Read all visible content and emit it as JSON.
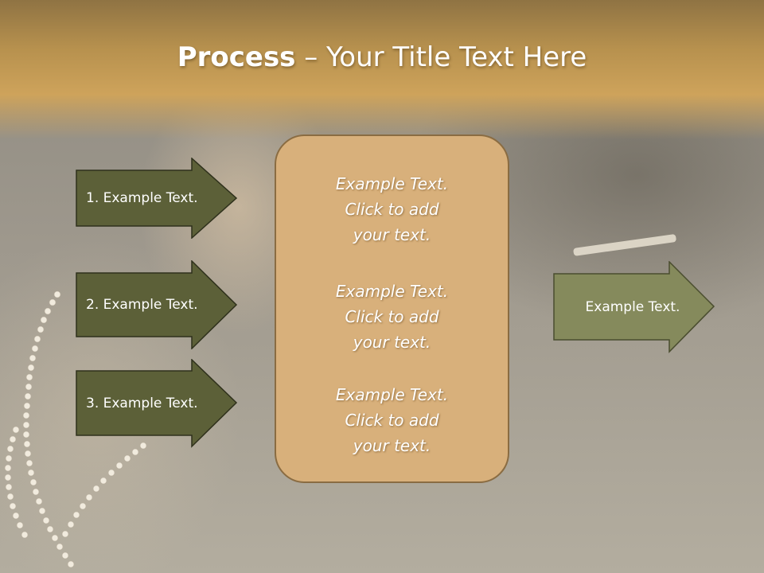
{
  "slide": {
    "title_bold": "Process",
    "title_rest": " – Your Title Text Here"
  },
  "left_arrows": [
    {
      "label": "1. Example Text."
    },
    {
      "label": "2. Example Text."
    },
    {
      "label": "3. Example Text."
    }
  ],
  "center_panel": {
    "blocks": [
      {
        "lines": [
          "Example Text.",
          "Click  to add",
          "your text."
        ]
      },
      {
        "lines": [
          "Example Text.",
          "Click  to add",
          "your text."
        ]
      },
      {
        "lines": [
          "Example Text.",
          "Click  to add",
          "your text."
        ]
      }
    ]
  },
  "right_arrow": {
    "label": "Example Text."
  },
  "colors": {
    "left_arrow_fill": "#5c6038",
    "right_arrow_fill": "#858a5c",
    "panel_fill": "#d8b07b",
    "header_gold": "#cea35b"
  }
}
